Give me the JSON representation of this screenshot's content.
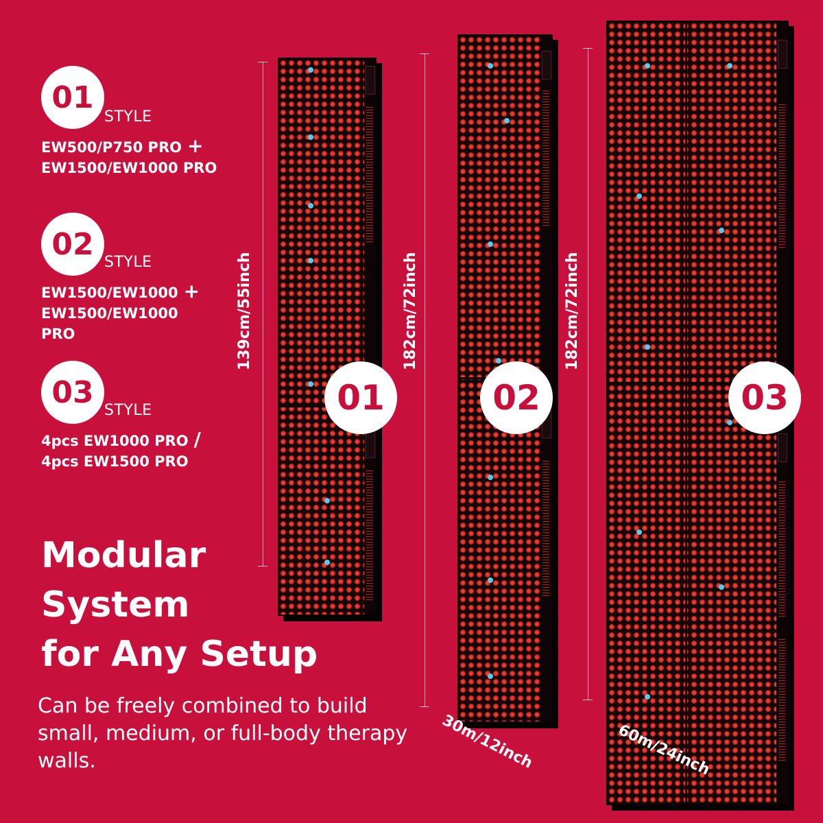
{
  "styles": [
    {
      "number": "01",
      "style_word": "STYLE",
      "line1": "EW500/P750 PRO",
      "sym1": "+",
      "line2": "EW1500/EW1000 PRO"
    },
    {
      "number": "02",
      "style_word": "STYLE",
      "line1": "EW1500/EW1000",
      "sym1": "+",
      "line2": "EW1500/EW1000",
      "line3": "PRO"
    },
    {
      "number": "03",
      "style_word": "STYLE",
      "line1": "4pcs EW1000 PRO",
      "sym1": "/",
      "line2": "4pcs EW1500 PRO"
    }
  ],
  "headline": [
    "Modular",
    "System",
    "for Any Setup"
  ],
  "description": "Can be freely combined to build small, medium, or full-body therapy walls.",
  "dimensions": {
    "panel1_height": "139cm/55inch",
    "panel2_height": "182cm/72inch",
    "panel3_height": "182cm/72inch",
    "panel2_width": "30m/12inch",
    "panel3_width": "60m/24inch"
  },
  "panel_badges": [
    "01",
    "02",
    "03"
  ],
  "colors": {
    "background": "#c8103c",
    "accent_red": "#ff4a3a",
    "blue_led": "#5cc8e8"
  }
}
